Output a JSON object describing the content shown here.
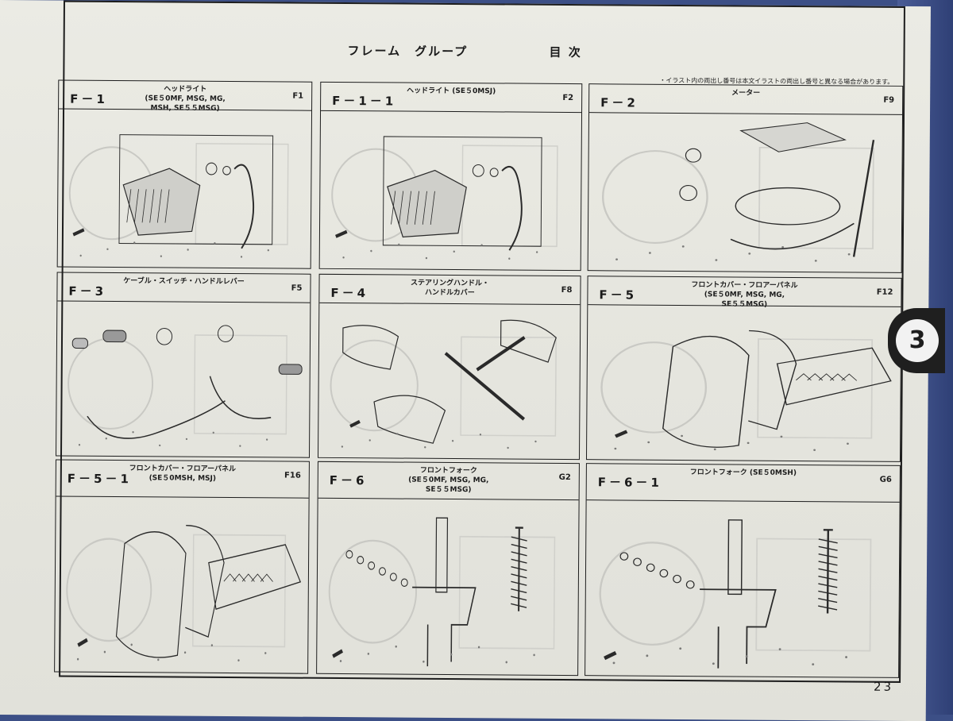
{
  "header": {
    "title_left": "フレーム　グループ",
    "title_right": "目 次",
    "note": "・イラスト内の両出し番号は本文イラストの両出し番号と異なる場合があります。"
  },
  "sections": [
    {
      "code": "F－1",
      "title": "ヘッドライト\n(SE５0MF, MSG, MG,\nMSH, SE５５MSG)",
      "ref": "F1",
      "icon": "headlight-diagram"
    },
    {
      "code": "F－1－1",
      "title": "ヘッドライト (SE５0MSJ)",
      "ref": "F2",
      "icon": "headlight-diagram"
    },
    {
      "code": "F－2",
      "title": "メーター",
      "ref": "F9",
      "icon": "meter-diagram"
    },
    {
      "code": "F－3",
      "title": "ケーブル・スイッチ・ハンドルレバー",
      "ref": "F5",
      "icon": "cable-switch-diagram"
    },
    {
      "code": "F－4",
      "title": "ステアリングハンドル・\nハンドルカバー",
      "ref": "F8",
      "icon": "steering-handle-diagram"
    },
    {
      "code": "F－5",
      "title": "フロントカバー・フロアーパネル\n(SE５0MF, MSG, MG,\nSE５５MSG)",
      "ref": "F12",
      "icon": "front-cover-diagram"
    },
    {
      "code": "F－5－1",
      "title": "フロントカバー・フロアーパネル\n(SE５0MSH, MSJ)",
      "ref": "F16",
      "icon": "front-cover-diagram"
    },
    {
      "code": "F－6",
      "title": "フロントフォーク\n(SE５0MF, MSG, MG,\nSE５５MSG)",
      "ref": "G2",
      "icon": "front-fork-diagram"
    },
    {
      "code": "F－6－1",
      "title": "フロントフォーク (SE５0MSH)",
      "ref": "G6",
      "icon": "front-fork-diagram"
    }
  ],
  "page_number": "23",
  "chapter_tab": "3"
}
